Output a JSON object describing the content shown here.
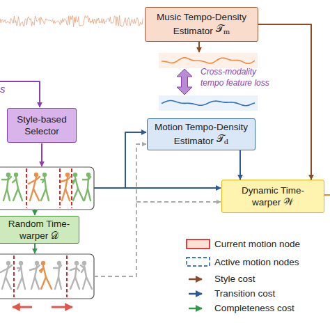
{
  "diagram": {
    "nodes": [
      {
        "text": [
          "Music Tempo-Density Estimator",
          "𝒯m"
        ]
      },
      {
        "text": [
          "Style-based Selector"
        ]
      },
      {
        "text": [
          "Motion Tempo-Density Estimator",
          "𝒯d"
        ]
      },
      {
        "text": [
          "Dynamic Time-warper 𝒲"
        ]
      },
      {
        "text": [
          "Random Time-warper 𝒟"
        ]
      }
    ],
    "edges": [
      {
        "from": 0,
        "to": 3,
        "arrow": "to"
      },
      {
        "from": 2,
        "to": 3,
        "arrow": "to"
      }
    ],
    "labels": [
      "s",
      "Cross-modality tempo feature loss"
    ],
    "legend": [
      {
        "text": "Current motion node"
      },
      {
        "text": "Active motion nodes"
      },
      {
        "text": "Style cost"
      },
      {
        "text": "Transition cost"
      },
      {
        "text": "Completeness cost"
      }
    ]
  }
}
